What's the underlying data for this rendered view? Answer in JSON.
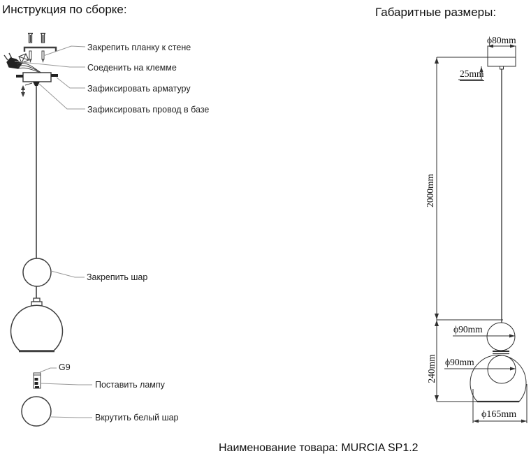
{
  "assembly": {
    "title": "Инструкция по сборке:",
    "step_bracket": "Закрепить планку к стене",
    "step_terminal": "Соеденить на клемме",
    "step_fixture": "Зафиксировать арматуру",
    "step_wire": "Зафиксировать провод в базе",
    "step_ball": "Закрепить шар",
    "lamp_socket": "G9",
    "step_lamp": "Поставить лампу",
    "step_white_ball": "Вкрутить белый шар"
  },
  "dimensions": {
    "title": "Габаритные размеры:",
    "canopy_diameter": "ϕ80mm",
    "canopy_height": "25mm",
    "cord_length": "2000mm",
    "body_height": "240mm",
    "top_ball_diameter": "ϕ90mm",
    "inner_ball_diameter": "ϕ90mm",
    "shade_diameter": "ϕ165mm"
  },
  "footer": {
    "product_name": "Наименование товара: MURCIA SP1.2"
  },
  "colors": {
    "drawing_line": "#3f3f3f",
    "leader_line": "#999999",
    "dimension_line": "#2f2f2f",
    "text": "#111111"
  }
}
